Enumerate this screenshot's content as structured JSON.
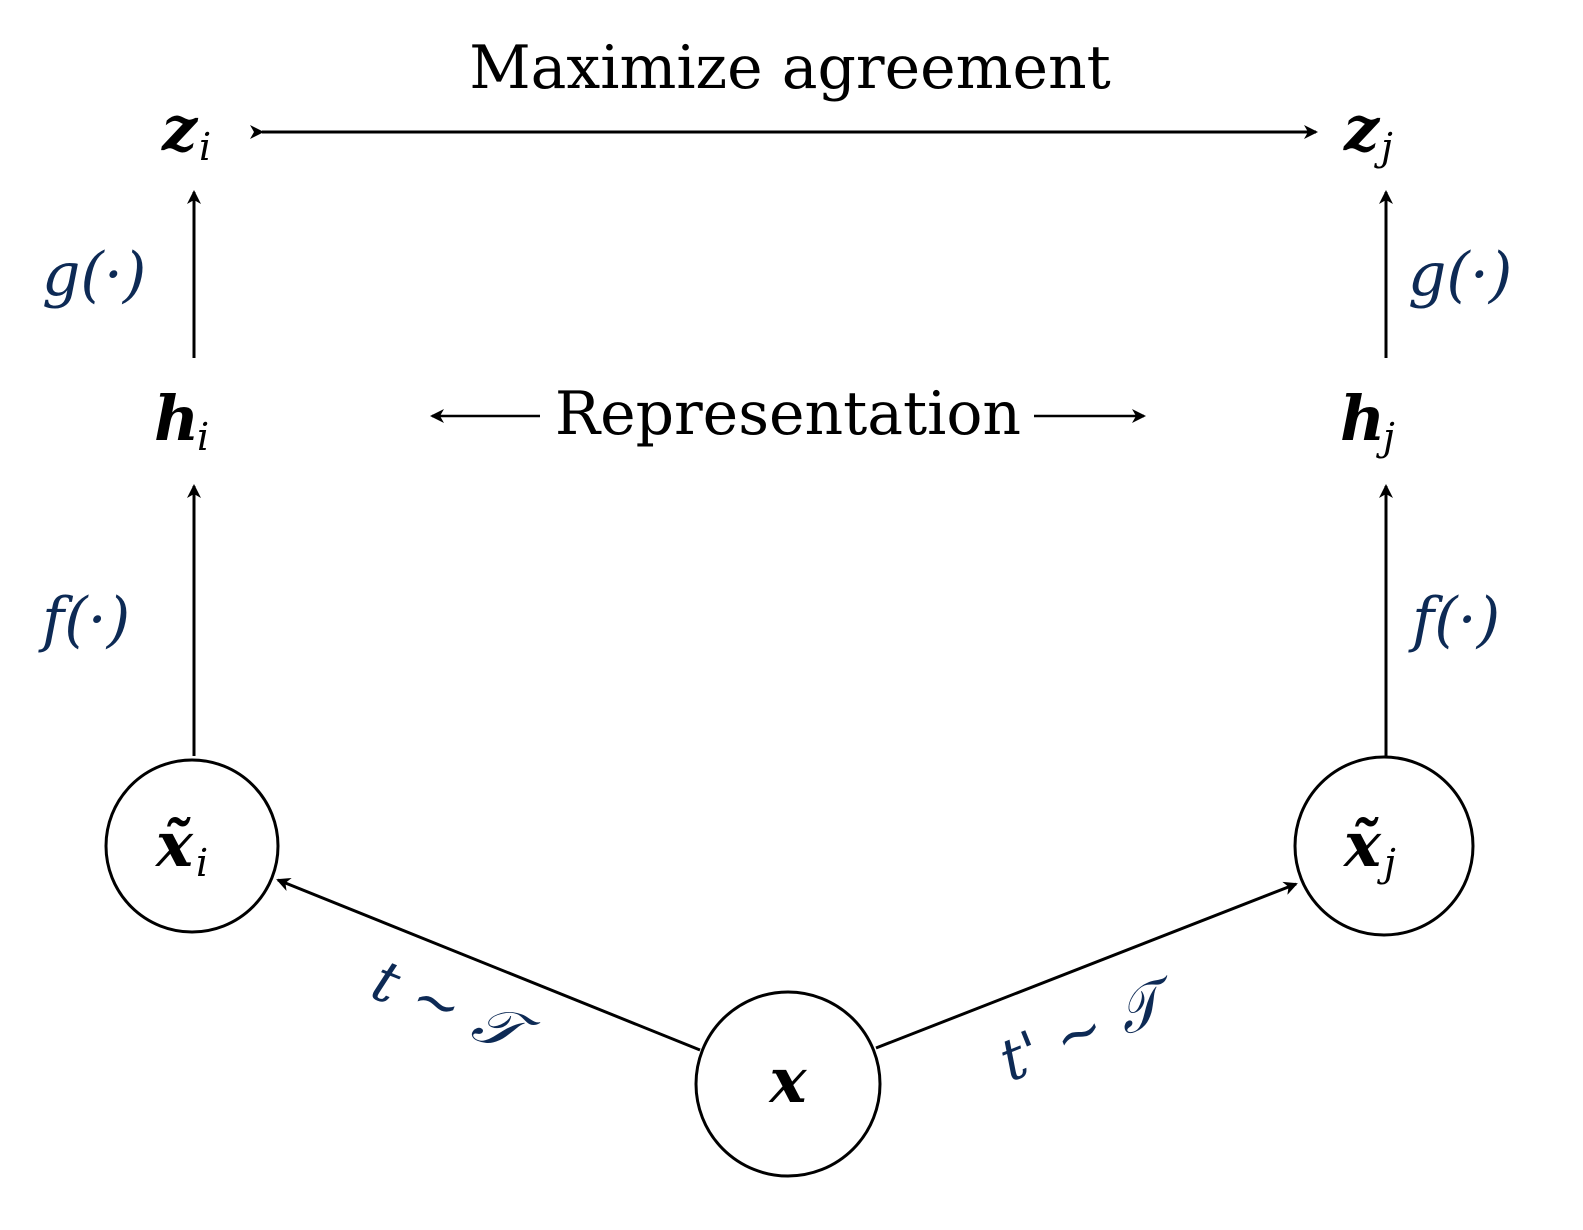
{
  "title": "Maximize agreement",
  "representation_label": "Representation",
  "colors": {
    "text": "#000000",
    "function_text": "#0d2a55",
    "node_fill": "#ffffff"
  },
  "nodes": {
    "input": {
      "label": "x",
      "sub": ""
    },
    "aug_left": {
      "label": "x̃",
      "sub": "i"
    },
    "aug_right": {
      "label": "x̃",
      "sub": "j"
    },
    "rep_left": {
      "label": "h",
      "sub": "i"
    },
    "rep_right": {
      "label": "h",
      "sub": "j"
    },
    "proj_left": {
      "label": "z",
      "sub": "i"
    },
    "proj_right": {
      "label": "z",
      "sub": "j"
    }
  },
  "functions": {
    "encoder_left": "f(·)",
    "encoder_right": "f(·)",
    "projection_left": "g(·)",
    "projection_right": "g(·)"
  },
  "augmentations": {
    "left": "t ~ 𝒯",
    "right": "t' ~ 𝒯"
  }
}
